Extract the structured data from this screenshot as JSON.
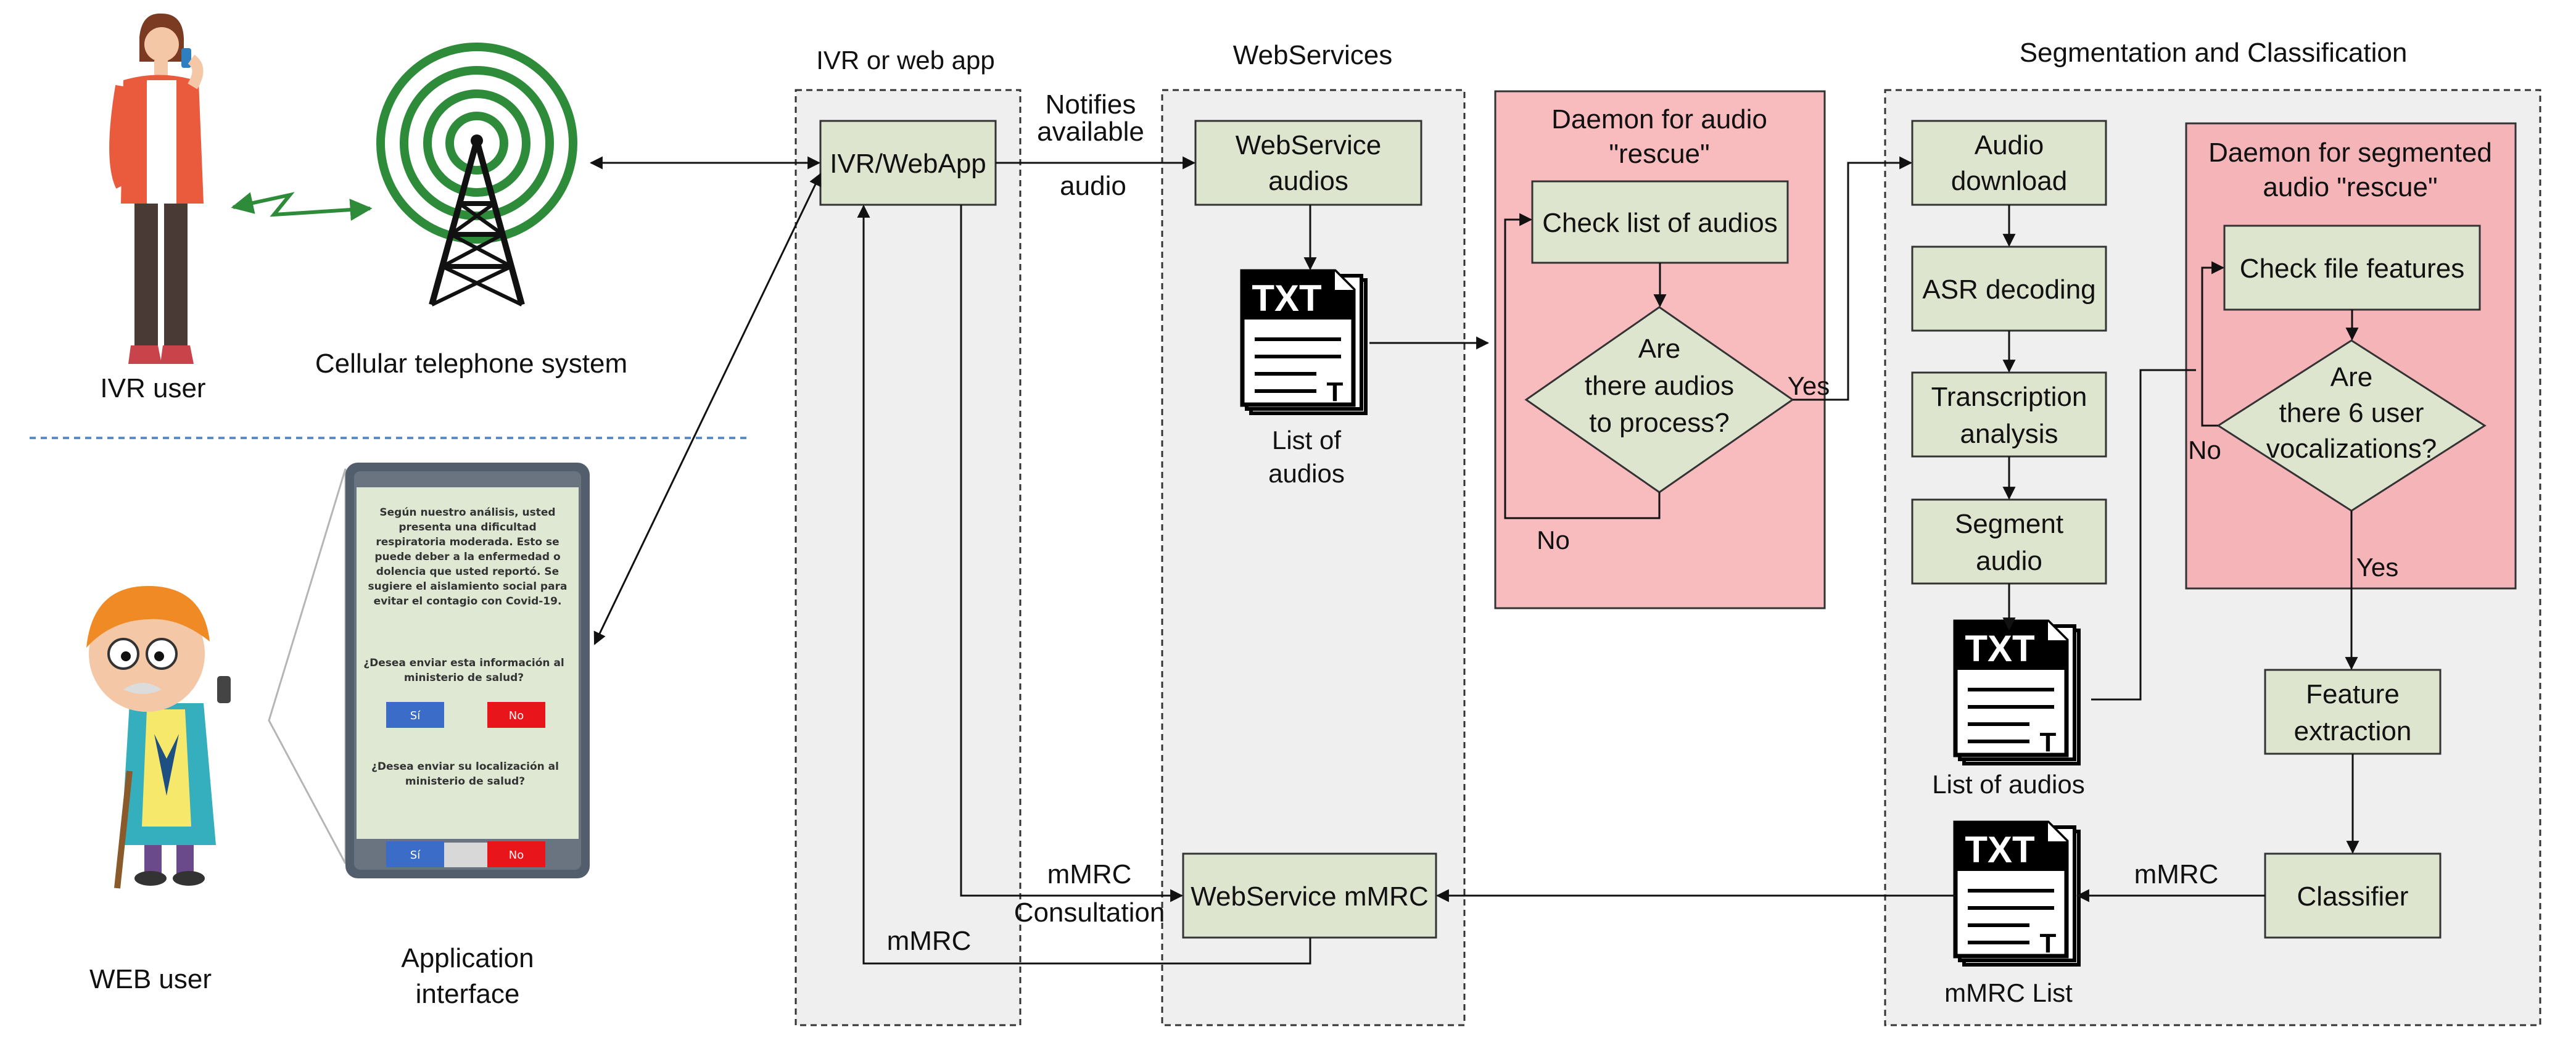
{
  "users": {
    "ivr_user": "IVR user",
    "web_user": "WEB user",
    "cellular": "Cellular telephone system",
    "app_interface": [
      "Application",
      "interface"
    ]
  },
  "phone": {
    "message": [
      "Según nuestro análisis, usted",
      "presenta una dificultad",
      "respiratoria moderada. Esto se",
      "puede deber a la enfermedad o",
      "dolencia que usted reportó. Se",
      "sugiere el aislamiento social para",
      "evitar el contagio con Covid-19."
    ],
    "question1": [
      "¿Desea enviar esta información al",
      "ministerio de salud?"
    ],
    "question2": [
      "¿Desea enviar su localización al",
      "ministerio de salud?"
    ],
    "yes": "Sí",
    "no": "No"
  },
  "groups": {
    "ivr": "IVR or web app",
    "webservices": "WebServices",
    "segmentation": "Segmentation and Classification"
  },
  "nodes": {
    "ivr_webapp": "IVR/WebApp",
    "ws_audios": [
      "WebService",
      "audios"
    ],
    "ws_mmrc": "WebService mMRC",
    "audio_download": [
      "Audio",
      "download"
    ],
    "asr": "ASR decoding",
    "transcription": [
      "Transcription",
      "analysis"
    ],
    "segment": [
      "Segment",
      "audio"
    ],
    "check_audios": "Check list of audios",
    "decision_audios": [
      "Are",
      "there audios",
      "to process?"
    ],
    "check_features": "Check file features",
    "decision_voc": [
      "Are",
      "there 6 user",
      "vocalizations?"
    ],
    "feature_extraction": [
      "Feature",
      "extraction"
    ],
    "classifier": "Classifier"
  },
  "daemons": {
    "audio_rescue": [
      "Daemon for audio",
      "\"rescue\""
    ],
    "segmented_rescue": [
      "Daemon for segmented",
      "audio \"rescue\""
    ]
  },
  "docs": {
    "icon_text": "TXT",
    "list_audios_1": [
      "List of",
      "audios"
    ],
    "list_audios_2": "List of audios",
    "mmrc_list": "mMRC List"
  },
  "edges": {
    "notifies": [
      "Notifies",
      "available"
    ],
    "audio": "audio",
    "yes": "Yes",
    "no": "No",
    "mmrc": "mMRC",
    "mmrc_consultation": [
      "mMRC",
      "Consultation"
    ]
  },
  "colors": {
    "node_fill": "#dde5cf",
    "daemon_fill": "#f8bcbe",
    "group_fill": "#efefef",
    "separator": "#5b8ccc",
    "antenna": "#2e8b3a"
  }
}
